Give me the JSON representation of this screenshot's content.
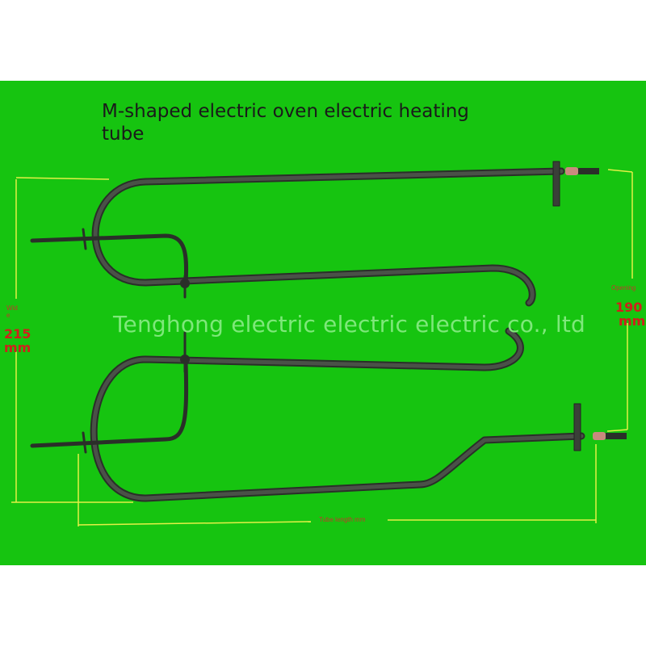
{
  "title": "M-shaped electric oven electric heating\ntube",
  "watermark": "Tenghong electric electric electric co., ltd",
  "dimensions": {
    "width_label": "Wid\ne",
    "width_value": "215",
    "width_unit": "mm",
    "opening_label": "Opening",
    "opening_value": "190",
    "opening_unit": "mm",
    "length_label": "Tube length mm"
  },
  "colors": {
    "background": "#16c410",
    "tube": "#3a4038",
    "dimension_line": "#e4f046",
    "dimension_text": "#d0201c"
  }
}
